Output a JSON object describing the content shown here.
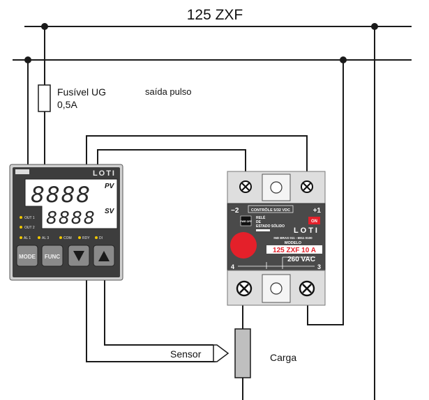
{
  "diagram_title": "125 ZXF",
  "fuse": {
    "label": "Fusível UG",
    "rating": "0,5A"
  },
  "pulse_label": "saída pulso",
  "controller": {
    "brand": "LOTI",
    "pv_label": "PV",
    "sv_label": "SV",
    "pv_display": "8888",
    "sv_display": "8888",
    "leds": [
      "OUT 1",
      "OUT 2",
      "AL 1",
      "AL 3",
      "COM",
      "RDY",
      "DI"
    ],
    "buttons": {
      "mode": "MODE",
      "func": "FUNC"
    }
  },
  "relay": {
    "terminal_minus": "−2",
    "terminal_plus": "+1",
    "control_text": "CONTRÔLE 5/32 VDC",
    "pwr_text": "PWR OFF",
    "on_text": "ON",
    "type_text": [
      "RELÉ",
      "DE",
      "ESTADO SÓLIDO"
    ],
    "brand": "LOTI",
    "address_text": "IND BRAS 011 - 6911 0100",
    "modelo_label": "MODELO",
    "model": "125 ZXF 10 A",
    "voltage": "260 VAC",
    "terminal_4": "4",
    "terminal_3": "3"
  },
  "sensor_label": "Sensor",
  "load_label": "Carga",
  "colors": {
    "wire": "#1a1a1a",
    "relay_body": "#4a4a4a",
    "relay_red": "#e4202a",
    "controller_face": "#3a3a3a",
    "display": "#ffffff"
  }
}
